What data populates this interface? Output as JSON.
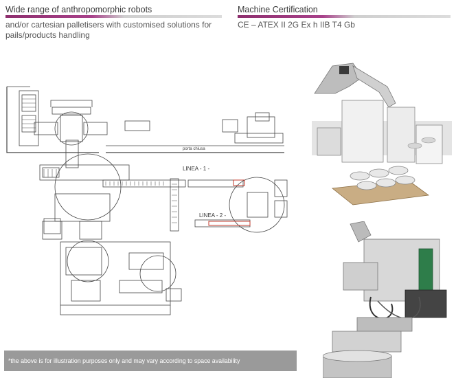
{
  "left_header": {
    "title": "Wide range of anthropomorphic robots",
    "subtitle": "and/or cartesian palletisers with customised solutions for pails/products handling"
  },
  "right_header": {
    "title": "Machine Certification",
    "subtitle": "CE – ATEX II 2G Ex h IIB T4 Gb"
  },
  "drawing": {
    "label_porta": "porta chiusa",
    "label_linea1": "LINEA - 1 -",
    "label_linea2": "LINEA - 2 -"
  },
  "disclaimer": "*the above is for illustration purposes only and may vary according to space availability",
  "colors": {
    "accent": "#a8418a",
    "disclaimer_bg": "#9a9a9a",
    "highlight": "#c0392b"
  }
}
